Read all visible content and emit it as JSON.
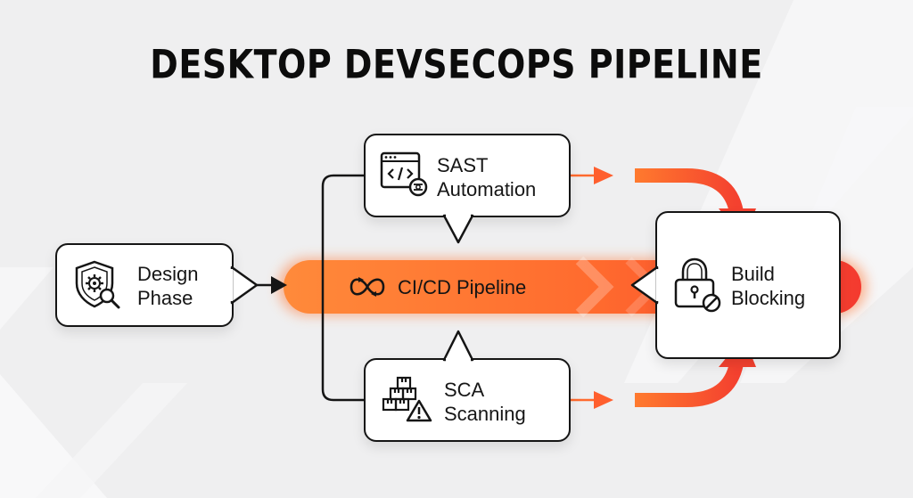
{
  "title": "DESKTOP DEVSECOPS PIPELINE",
  "nodes": {
    "design": {
      "line1": "Design",
      "line2": "Phase",
      "icon": "shield-gear-magnifier-icon"
    },
    "sast": {
      "line1": "SAST",
      "line2": "Automation",
      "icon": "code-window-icon"
    },
    "sca": {
      "line1": "SCA",
      "line2": "Scanning",
      "icon": "boxes-warning-icon"
    },
    "build": {
      "line1": "Build",
      "line2": "Blocking",
      "icon": "padlock-blocked-icon"
    },
    "pipeline": {
      "label": "CI/CD Pipeline",
      "icon": "infinity-loop-icon"
    }
  },
  "colors": {
    "accent_orange": "#ff7a2e",
    "accent_red": "#f4412f",
    "outline": "#151515",
    "background": "#efeff0"
  }
}
